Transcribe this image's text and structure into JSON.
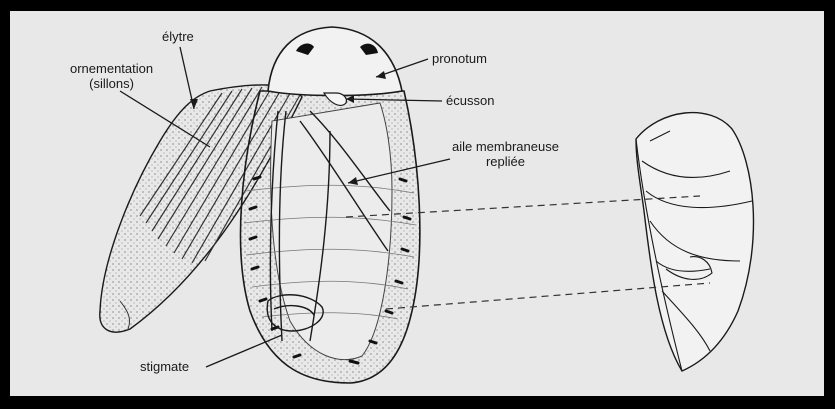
{
  "labels": {
    "elytre": "élytre",
    "ornementation_line1": "ornementation",
    "ornementation_line2": "(sillons)",
    "pronotum": "pronotum",
    "ecusson": "écusson",
    "aile_line1": "aile membraneuse",
    "aile_line2": "repliée",
    "stigmate": "stigmate"
  },
  "colors": {
    "frame_background": "#000000",
    "paper": "#e8e8e8",
    "ink": "#1a1a1a"
  }
}
